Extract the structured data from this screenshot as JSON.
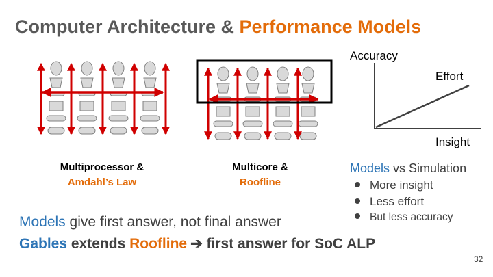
{
  "slide": {
    "title_part1": "Computer Architecture & ",
    "title_part2": "Performance Models",
    "page_number": "32",
    "accent_color": "#e36c0a",
    "arrow_color": "#d00000"
  },
  "graph": {
    "y_label": "Accuracy",
    "line_label": "Effort",
    "x_label": "Insight"
  },
  "multiprocessor": {
    "line1": "Multiprocessor &",
    "line2": "Amdahl’s Law"
  },
  "multicore": {
    "line1": "Multicore &",
    "line2": "Roofline"
  },
  "models_vs": {
    "part1": "Models",
    "part2": " vs Simulation",
    "bullets": [
      "More insight",
      "Less effort",
      "But less accuracy"
    ]
  },
  "bottom": {
    "line1_part1": "Models",
    "line1_part2": " give first answer, not final answer",
    "line2_part1": "Gables",
    "line2_part2": " extends ",
    "line2_part3": "Roofline",
    "line2_arrow": "➔",
    "line2_part4": " first answer for SoC ALP"
  }
}
